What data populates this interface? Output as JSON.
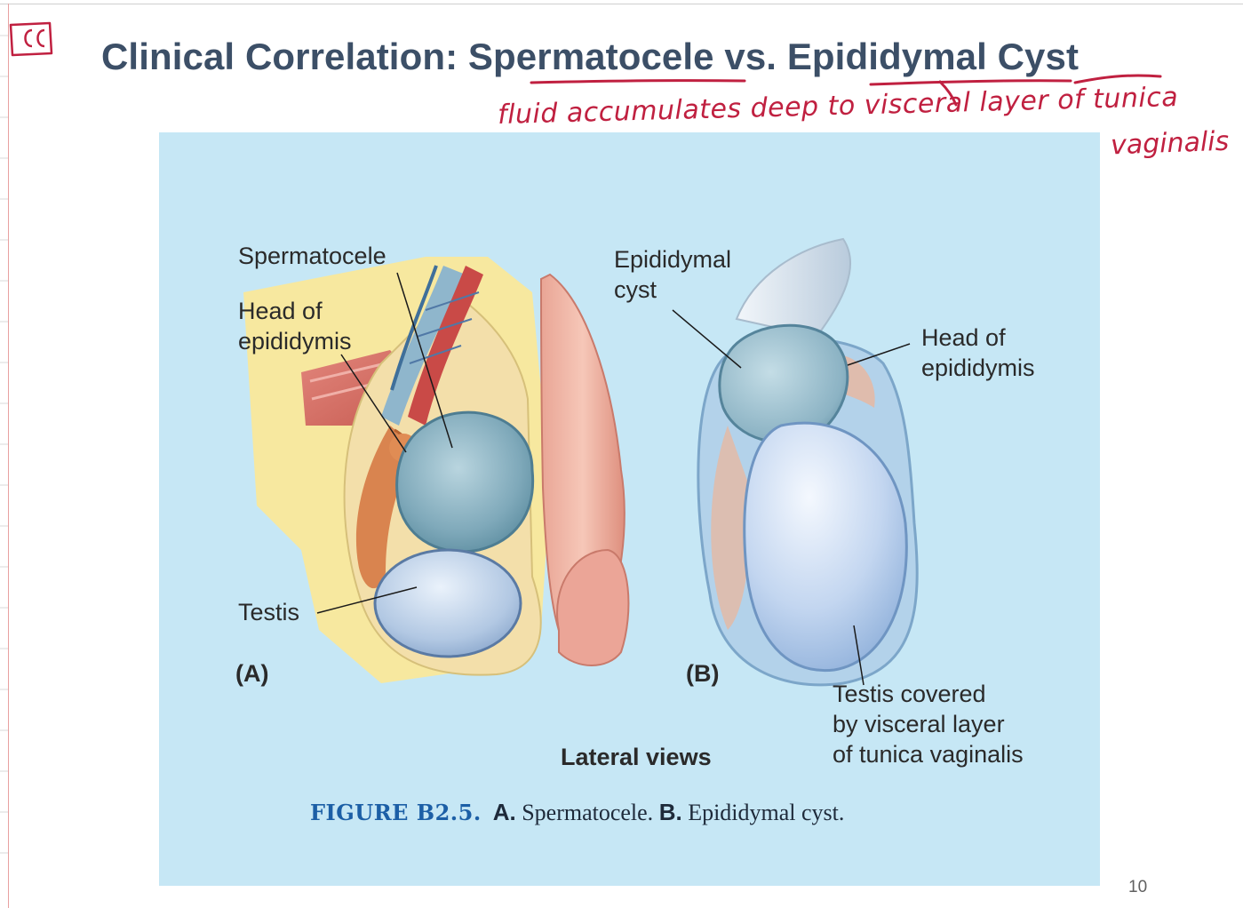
{
  "slide": {
    "title": "Clinical Correlation: Spermatocele vs. Epididymal Cyst",
    "page_number": "10"
  },
  "annotations": {
    "corner_mark": "CC",
    "handwritten_line1": "fluid accumulates deep to visceral layer of tunica",
    "handwritten_line2": "vaginalis",
    "ink_color": "#c02040"
  },
  "figure": {
    "panel_a": {
      "spermatocele": "Spermatocele",
      "head_of": "Head of",
      "epididymis": "epididymis",
      "testis": "Testis",
      "marker": "(A)"
    },
    "panel_b": {
      "epididymal": "Epididymal",
      "cyst": "cyst",
      "head_of": "Head of",
      "epididymis": "epididymis",
      "testis_covered_1": "Testis covered",
      "testis_covered_2": "by visceral layer",
      "testis_covered_3": "of tunica vaginalis",
      "marker": "(B)"
    },
    "views_label": "Lateral views",
    "caption": {
      "figure_id": "FIGURE B2.5.",
      "a_letter": "A.",
      "a_text": " Spermatocele. ",
      "b_letter": "B.",
      "b_text": " Epididymal cyst."
    },
    "background_color": "#c6e7f5"
  },
  "colors": {
    "title": "#3c4f67",
    "caption_id": "#1c5fa6"
  }
}
